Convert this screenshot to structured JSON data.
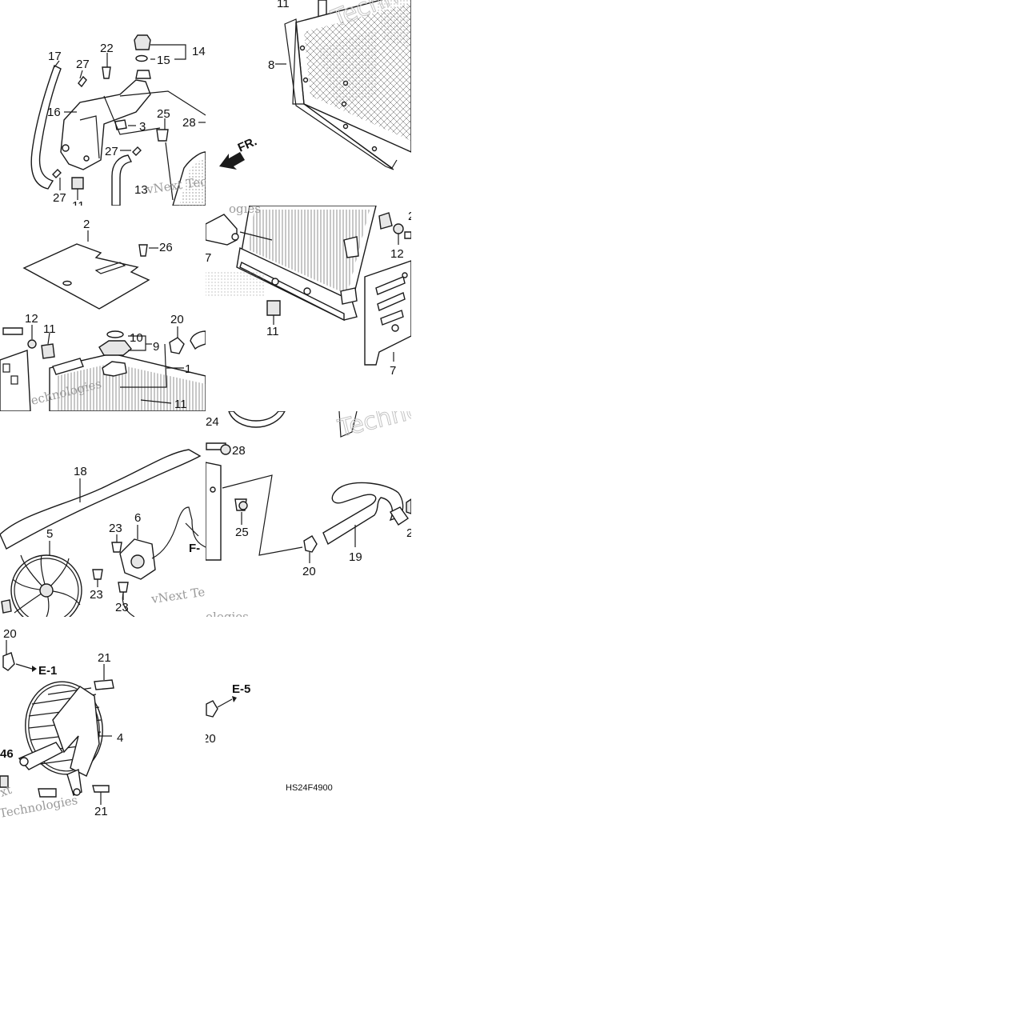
{
  "diagram": {
    "drawing_code": "HS24F4900",
    "direction_label": "FR.",
    "watermark_fragments": [
      "vNext Tec",
      "vNext Tec",
      "ogies",
      "echnologies",
      "ologies",
      "Techno",
      "Techn",
      "Techno",
      "xt",
      "Technologies"
    ],
    "callouts": {
      "c11a": "11",
      "c8": "8",
      "c17": "17",
      "c27a": "27",
      "c22": "22",
      "c14": "14",
      "c15": "15",
      "c16": "16",
      "c3": "3",
      "c25a": "25",
      "c28a": "28",
      "c27b": "27",
      "c27c": "27",
      "c13": "13",
      "c11b": "11",
      "c2": "2",
      "c26": "26",
      "c7a": "7",
      "c12a": "12",
      "c11c": "11",
      "c12b": "12",
      "c11d": "11",
      "c10": "10",
      "c9": "9",
      "c20a": "20",
      "c1": "1",
      "c11e": "11",
      "c7b": "7",
      "c24": "24",
      "c28b": "28",
      "c18": "18",
      "c5": "5",
      "c23a": "23",
      "c6": "6",
      "c23b": "23",
      "c23c": "23",
      "c25b": "25",
      "c20b": "20",
      "c19": "19",
      "c2b": "2",
      "c20c": "20",
      "c21a": "21",
      "c4": "4",
      "c21b": "21",
      "c20d": "20",
      "c46": "46",
      "c2c": "2"
    },
    "refs": {
      "r_e1": "E-1",
      "r_e5": "E-5",
      "r_f": "F-"
    }
  }
}
